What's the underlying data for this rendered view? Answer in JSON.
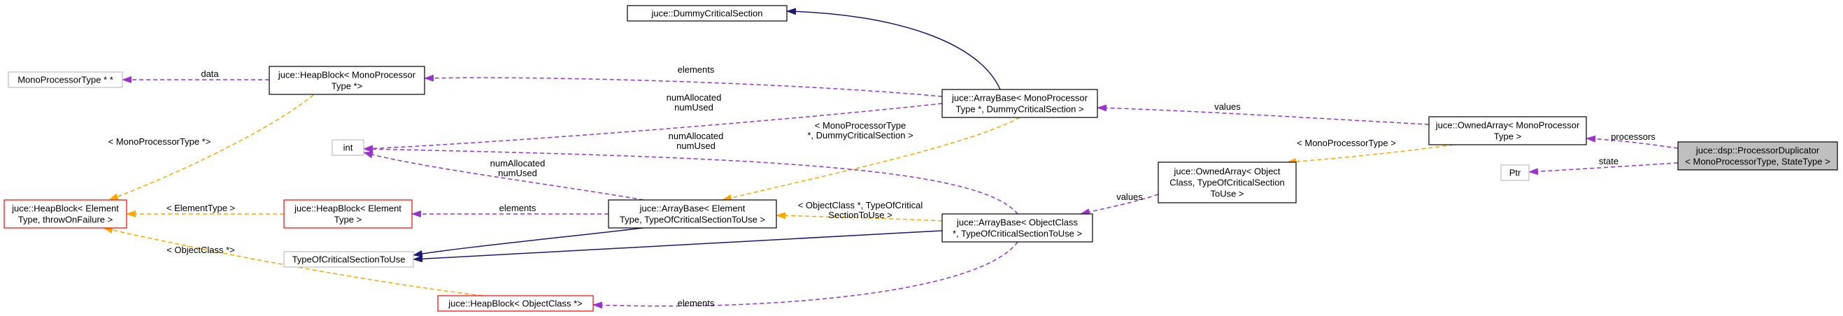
{
  "diagram": {
    "nodes": [
      {
        "id": "dummy",
        "lines": [
          "juce::DummyCriticalSection"
        ],
        "style": "black"
      },
      {
        "id": "heapblock_mp",
        "lines": [
          "juce::HeapBlock< MonoProcessor",
          "Type *>"
        ],
        "style": "black"
      },
      {
        "id": "mpt_ptr",
        "lines": [
          "MonoProcessorType * *"
        ],
        "style": "gray"
      },
      {
        "id": "int",
        "lines": [
          "int"
        ],
        "style": "gray"
      },
      {
        "id": "arraybase_mp",
        "lines": [
          "juce::ArrayBase< MonoProcessor",
          "Type *, DummyCriticalSection >"
        ],
        "style": "black"
      },
      {
        "id": "ownedarray_mp",
        "lines": [
          "juce::OwnedArray< MonoProcessor",
          "Type >"
        ],
        "style": "black"
      },
      {
        "id": "duplicator",
        "lines": [
          "juce::dsp::ProcessorDuplicator",
          "< MonoProcessorType, StateType >"
        ],
        "style": "main"
      },
      {
        "id": "ptr",
        "lines": [
          "Ptr"
        ],
        "style": "gray"
      },
      {
        "id": "ownedarray_generic",
        "lines": [
          "juce::OwnedArray< Object",
          "Class, TypeOfCriticalSection",
          "ToUse >"
        ],
        "style": "black"
      },
      {
        "id": "heapblock_generic",
        "lines": [
          "juce::HeapBlock< Element",
          "Type, throwOnFailure >"
        ],
        "style": "red"
      },
      {
        "id": "heapblock_elem",
        "lines": [
          "juce::HeapBlock< Element",
          "Type >"
        ],
        "style": "red"
      },
      {
        "id": "arraybase_generic",
        "lines": [
          "juce::ArrayBase< Element",
          "Type, TypeOfCriticalSectionToUse >"
        ],
        "style": "black"
      },
      {
        "id": "arraybase_obj",
        "lines": [
          "juce::ArrayBase< ObjectClass",
          "*, TypeOfCriticalSectionToUse >"
        ],
        "style": "black"
      },
      {
        "id": "tocs",
        "lines": [
          "TypeOfCriticalSectionToUse"
        ],
        "style": "gray"
      },
      {
        "id": "heapblock_obj",
        "lines": [
          "juce::HeapBlock< ObjectClass *>"
        ],
        "style": "red"
      }
    ],
    "edges": [
      {
        "id": "e_data",
        "from": "heapblock_mp",
        "to": "mpt_ptr",
        "kind": "usage",
        "label": [
          "data"
        ]
      },
      {
        "id": "e_mp_tmpl",
        "from": "heapblock_mp",
        "to": "heapblock_generic",
        "kind": "template",
        "label": [
          "< MonoProcessorType *>"
        ]
      },
      {
        "id": "e_ab_mp_elements",
        "from": "arraybase_mp",
        "to": "heapblock_mp",
        "kind": "usage",
        "label": [
          "elements"
        ]
      },
      {
        "id": "e_ab_mp_dummy",
        "from": "arraybase_mp",
        "to": "dummy",
        "kind": "inherit",
        "label": []
      },
      {
        "id": "e_ab_mp_int",
        "from": "arraybase_mp",
        "to": "int",
        "kind": "usage",
        "label": [
          "numAllocated",
          "numUsed"
        ]
      },
      {
        "id": "e_ab_mp_tmpl",
        "from": "arraybase_mp",
        "to": "arraybase_generic",
        "kind": "template",
        "label": [
          "< MonoProcessorType",
          "*, DummyCriticalSection >"
        ]
      },
      {
        "id": "e_oa_mp_values",
        "from": "ownedarray_mp",
        "to": "arraybase_mp",
        "kind": "usage",
        "label": [
          "values"
        ]
      },
      {
        "id": "e_oa_mp_tmpl",
        "from": "ownedarray_mp",
        "to": "ownedarray_generic",
        "kind": "template",
        "label": [
          "< MonoProcessorType >"
        ]
      },
      {
        "id": "e_dup_processors",
        "from": "duplicator",
        "to": "ownedarray_mp",
        "kind": "usage",
        "label": [
          "processors"
        ]
      },
      {
        "id": "e_dup_state",
        "from": "duplicator",
        "to": "ptr",
        "kind": "usage",
        "label": [
          "state"
        ]
      },
      {
        "id": "e_oa_gen_values",
        "from": "ownedarray_generic",
        "to": "arraybase_obj",
        "kind": "usage",
        "label": [
          "values"
        ]
      },
      {
        "id": "e_ab_obj_int",
        "from": "arraybase_obj",
        "to": "int",
        "kind": "usage",
        "label": [
          "numAllocated",
          "numUsed"
        ]
      },
      {
        "id": "e_ab_obj_tmpl",
        "from": "arraybase_obj",
        "to": "arraybase_generic",
        "kind": "template",
        "label": [
          "< ObjectClass *, TypeOfCritical",
          "SectionToUse >"
        ]
      },
      {
        "id": "e_ab_obj_tocs",
        "from": "arraybase_obj",
        "to": "tocs",
        "kind": "inherit",
        "label": []
      },
      {
        "id": "e_ab_obj_elements",
        "from": "arraybase_obj",
        "to": "heapblock_obj",
        "kind": "usage",
        "label": [
          "elements"
        ]
      },
      {
        "id": "e_ab_gen_int",
        "from": "arraybase_generic",
        "to": "int",
        "kind": "usage",
        "label": [
          "numAllocated",
          "numUsed"
        ]
      },
      {
        "id": "e_ab_gen_elements",
        "from": "arraybase_generic",
        "to": "heapblock_elem",
        "kind": "usage",
        "label": [
          "elements"
        ]
      },
      {
        "id": "e_ab_gen_tocs",
        "from": "arraybase_generic",
        "to": "tocs",
        "kind": "inherit",
        "label": []
      },
      {
        "id": "e_hb_elem_tmpl",
        "from": "heapblock_elem",
        "to": "heapblock_generic",
        "kind": "template",
        "label": [
          "< ElementType >"
        ]
      },
      {
        "id": "e_hb_obj_tmpl",
        "from": "heapblock_obj",
        "to": "heapblock_generic",
        "kind": "template",
        "label": [
          "< ObjectClass *>"
        ]
      }
    ]
  },
  "colors": {
    "inherit": "#191970",
    "usage": "#9a32cd",
    "template": "#ffa500",
    "box_black": "#000000",
    "box_gray": "#bfbfbf",
    "box_red": "#ff0000",
    "main_fill": "#bfbfbf"
  }
}
